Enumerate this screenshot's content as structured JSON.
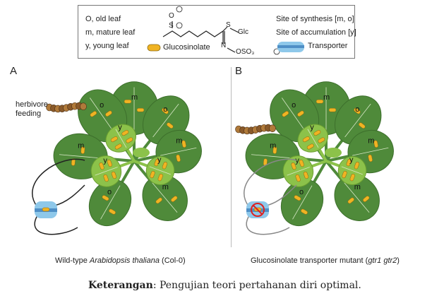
{
  "legend": {
    "leaf_keys": [
      "O, old leaf",
      "m, mature leaf",
      "y, young leaf"
    ],
    "glucosinolate": "Glucosinolate",
    "chem": {
      "o": "O",
      "s": "S",
      "s2": "S",
      "glc": "Glc",
      "n": "N",
      "oso3": "OSO₃"
    },
    "sites": [
      "Site of synthesis [m, o]",
      "Site of accumulation [y]"
    ],
    "transporter": "Transporter"
  },
  "panels": [
    {
      "letter": "A",
      "caption_pre": "Wild-type ",
      "caption_italic": "Arabidopsis thaliana",
      "caption_post": " (Col-0)",
      "herbivore_label": "herbivore\nfeeding",
      "transporter_blocked": false
    },
    {
      "letter": "B",
      "caption_pre": "Glucosinolate transporter mutant (",
      "caption_italic": "gtr1 gtr2",
      "caption_post": ")",
      "transporter_blocked": true
    }
  ],
  "leaf_labels": [
    "m",
    "o",
    "o",
    "m",
    "m",
    "o",
    "m",
    "y",
    "y",
    "y"
  ],
  "footer": {
    "bold": "Keterangan",
    "text": ": Pengujian teori pertahanan diri optimal."
  },
  "colors": {
    "dark_leaf": "#4f8a3a",
    "young_leaf": "#8cc24a",
    "gluc": "#f0b323",
    "transporter": "#8ec8ea"
  }
}
